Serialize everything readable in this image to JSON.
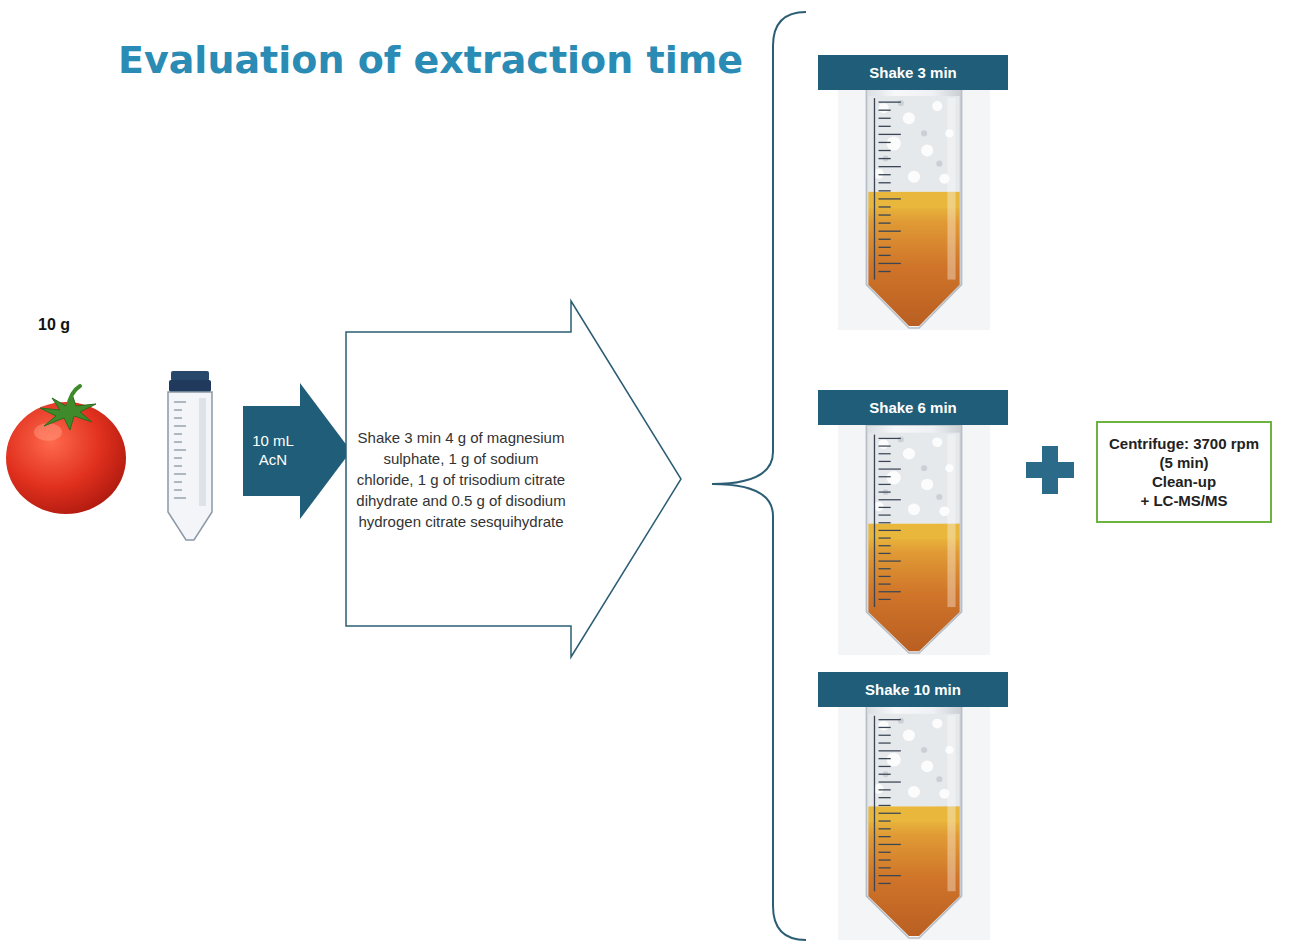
{
  "diagram": {
    "title": "Evaluation of extraction time",
    "nodes": [
      {
        "text": [
          "10 mL AcN"
        ]
      },
      {
        "text": [
          "Shake 3 min 4 g of magnesium sulphate, 1 g of sodium chloride, 1 g of trisodium citrate dihydrate and 0.5 g of disodium hydrogen citrate sesquihydrate"
        ]
      },
      {
        "text": [
          "Shake 3 min"
        ]
      },
      {
        "text": [
          "Shake 6 min"
        ]
      },
      {
        "text": [
          "Shake 10 min"
        ]
      },
      {
        "text": [
          "Centrifuge: 3700 rpm (5 min)",
          "Clean-up",
          "+ LC-MS/MS"
        ]
      }
    ],
    "labels": [
      "10 g"
    ]
  }
}
